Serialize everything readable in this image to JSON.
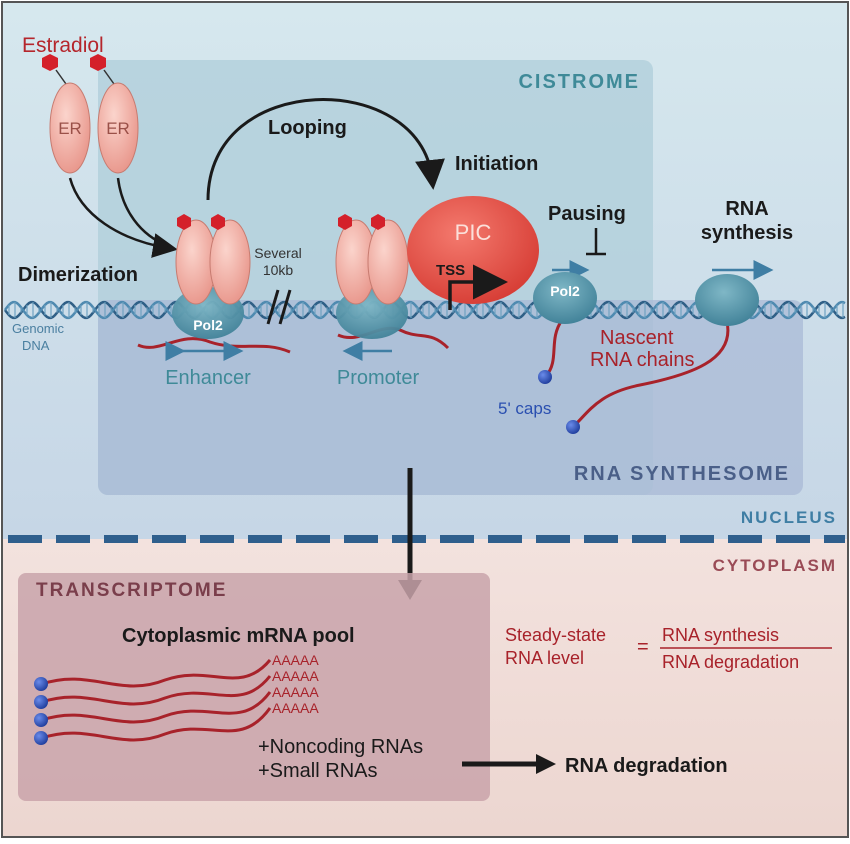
{
  "labels": {
    "estradiol": "Estradiol",
    "er1": "ER",
    "er2": "ER",
    "cistrome": "CISTROME",
    "looping": "Looping",
    "initiation": "Initiation",
    "pausing": "Pausing",
    "rna_synthesis_top": [
      "RNA",
      "synthesis"
    ],
    "dimerization": "Dimerization",
    "several": [
      "Several",
      "10kb"
    ],
    "pic": "PIC",
    "tss": "TSS",
    "pol2_enhancer": "Pol2",
    "pol2_paused": "Pol2",
    "genomic_dna": [
      "Genomic",
      "DNA"
    ],
    "enhancer": "Enhancer",
    "promoter": "Promoter",
    "nascent": [
      "Nascent",
      "RNA chains"
    ],
    "caps": "5' caps",
    "rna_synthesome": "RNA SYNTHESOME",
    "nucleus": "NUCLEUS",
    "cytoplasm": "CYTOPLASM",
    "transcriptome": "TRANSCRIPTOME",
    "mrna_pool": "Cytoplasmic mRNA pool",
    "polya": [
      "AAAAA",
      "AAAAA",
      "AAAAA",
      "AAAAA"
    ],
    "noncoding": "+Noncoding RNAs",
    "small": "+Small RNAs",
    "steady_state": [
      "Steady-state",
      "RNA level"
    ],
    "equals": "=",
    "numerator": "RNA synthesis",
    "denominator": "RNA degradation",
    "rna_degradation": "RNA degradation"
  },
  "colors": {
    "nucleus_bg_top": "#cfe3ec",
    "nucleus_bg_bottom": "#c4d6e6",
    "cytoplasm_bg": "#f1ddd8",
    "cistrome_box": "#a9cad7",
    "synthesome_box": "#a9b9d4",
    "transcriptome_box": "#c9a3aa",
    "teal_text": "#3f8a98",
    "navy_text": "#4a5f88",
    "maroon_text": "#8a4a58",
    "red_text": "#b5262c",
    "er_pink": "#f2aba0",
    "pic_red": "#e8554c",
    "pol2_teal": "#4a91a6",
    "dna_blue": "#2f5f86",
    "rna_red": "#a8222a",
    "cap_blue": "#2a4fb0",
    "hexagon_red": "#d4202a",
    "dash_blue": "#2f5f8d"
  }
}
